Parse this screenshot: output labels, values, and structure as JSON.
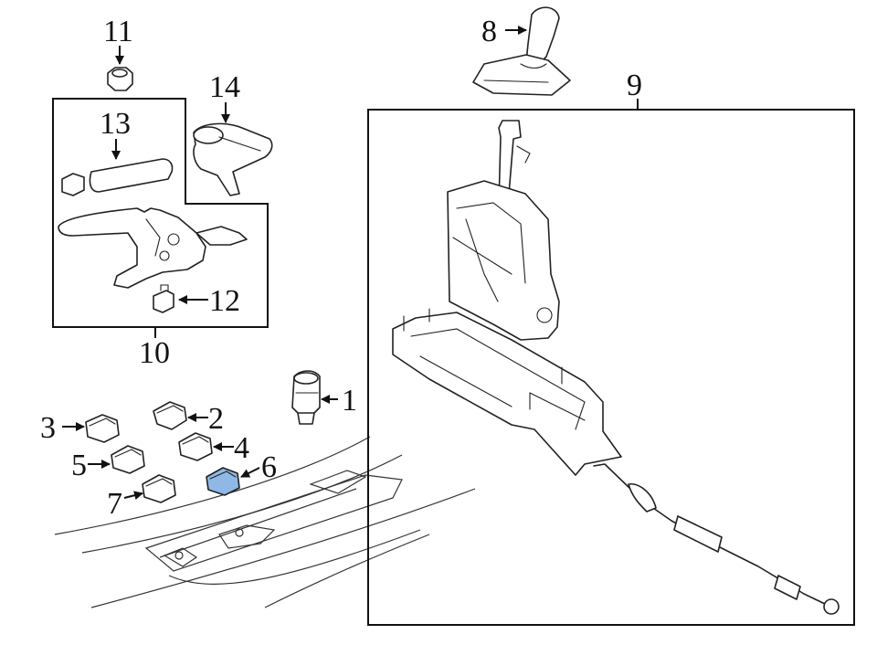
{
  "callouts": {
    "c1": "1",
    "c2": "2",
    "c3": "3",
    "c4": "4",
    "c5": "5",
    "c6": "6",
    "c7": "7",
    "c8": "8",
    "c9": "9",
    "c10": "10",
    "c11": "11",
    "c12": "12",
    "c13": "13",
    "c14": "14"
  },
  "colors": {
    "highlight": "#8fb8e6",
    "ink": "#111111"
  }
}
